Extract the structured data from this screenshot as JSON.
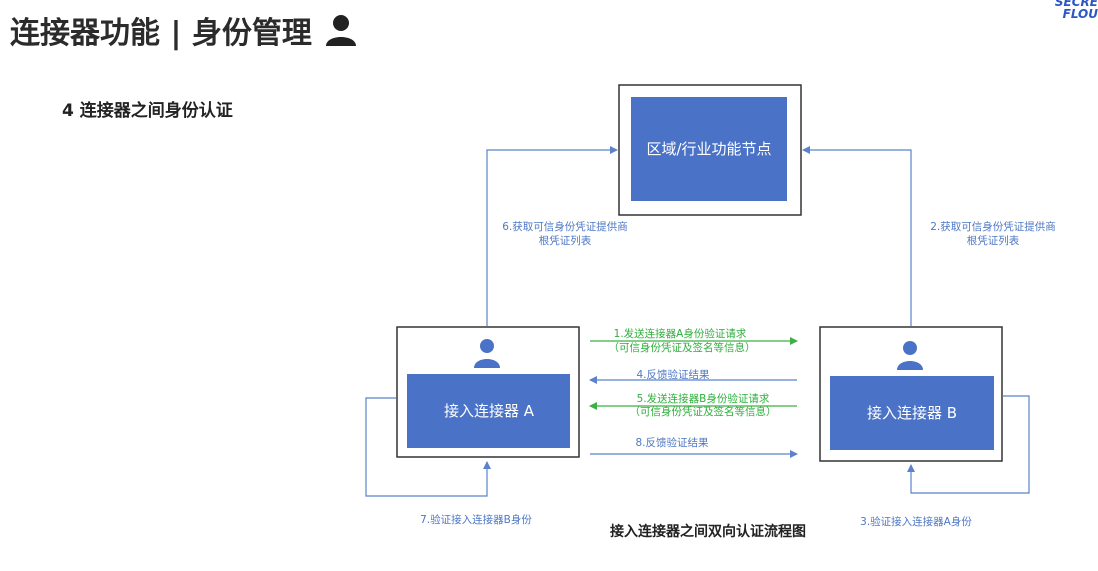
{
  "header": {
    "title": "连接器功能 | 身份管理",
    "title_icon": "person-icon",
    "logo_line1": "SECRE",
    "logo_line2": "FLOU"
  },
  "section": {
    "subtitle": "4 连接器之间身份认证"
  },
  "diagram": {
    "top_node": "区域/行业功能节点",
    "node_a": "接入连接器 A",
    "node_b": "接入连接器 B",
    "node_icon": "person-icon",
    "step1_line1": "1.发送连接器A身份验证请求",
    "step1_line2": "（可信身份凭证及签名等信息）",
    "step2_line1": "2.获取可信身份凭证提供商",
    "step2_line2": "根凭证列表",
    "step3": "3.验证接入连接器A身份",
    "step4": "4.反馈验证结果",
    "step5_line1": "5.发送连接器B身份验证请求",
    "step5_line2": "（可信身份凭证及签名等信息）",
    "step6_line1": "6.获取可信身份凭证提供商",
    "step6_line2": "根凭证列表",
    "step7": "7.验证接入连接器B身份",
    "step8": "8.反馈验证结果",
    "caption": "接入连接器之间双向认证流程图"
  },
  "colors": {
    "box_fill": "#4a72c6",
    "arrow_blue": "#5b82cc",
    "arrow_green": "#3cb043",
    "frame": "#333333"
  }
}
